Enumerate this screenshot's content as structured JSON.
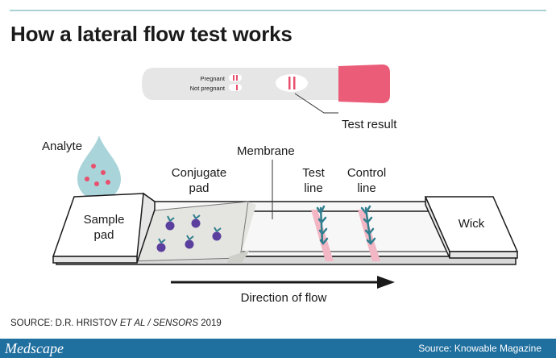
{
  "title": "How a lateral flow test works",
  "test_device": {
    "pregnant_label": "Pregnant",
    "not_pregnant_label": "Not pregnant",
    "result_label": "Test result"
  },
  "labels": {
    "analyte": "Analyte",
    "sample_pad_1": "Sample",
    "sample_pad_2": "pad",
    "conjugate_pad_1": "Conjugate",
    "conjugate_pad_2": "pad",
    "membrane": "Membrane",
    "test_line_1": "Test",
    "test_line_2": "line",
    "control_line_1": "Control",
    "control_line_2": "line",
    "wick": "Wick",
    "direction": "Direction of flow"
  },
  "source": {
    "prefix": "SOURCE: D.R. HRISTOV ",
    "etal": "ET AL / SENSORS",
    "year": " 2019"
  },
  "footer": {
    "brand": "Medscape",
    "credit": "Source: Knowable Magazine"
  },
  "colors": {
    "accent_pink": "#e8506e",
    "line_pink": "#f2b6c4",
    "particle_purple": "#5b3f9e",
    "antibody_teal": "#2f7f8e",
    "drop_blue": "#a9d4da",
    "footer_blue": "#1f6f9f"
  }
}
